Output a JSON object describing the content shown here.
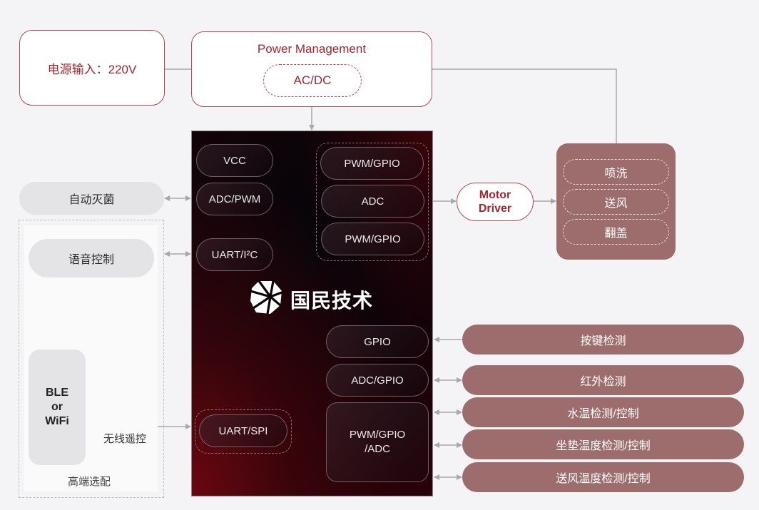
{
  "power_input": {
    "label": "电源输入：220V"
  },
  "power_management": {
    "title": "Power Management",
    "converter": "AC/DC"
  },
  "mcu": {
    "brand": "国民技术",
    "left_pins": [
      "VCC",
      "ADC/PWM",
      "UART/I²C",
      "UART/SPI"
    ],
    "motor_pins": [
      "PWM/GPIO",
      "ADC",
      "PWM/GPIO"
    ],
    "right_pins": [
      "GPIO",
      "ADC/GPIO",
      "PWM/GPIO\n/ADC"
    ]
  },
  "left_modules": {
    "sterilize": "自动灭菌",
    "voice": "语音控制",
    "wireless_module": "BLE\nor\nWiFi",
    "wireless_link_label": "无线遥控",
    "optional_group_label": "高端选配"
  },
  "motor_driver": {
    "label": "Motor\nDriver"
  },
  "actuators": {
    "items": [
      "喷洗",
      "送风",
      "翻盖"
    ]
  },
  "sensors": {
    "items": [
      "按键检测",
      "红外检测",
      "水温检测/控制",
      "坐垫温度检测/控制",
      "送风温度检测/控制"
    ]
  },
  "colors": {
    "accent_red": "#a3262f",
    "rose": "#9d6c6c",
    "connector": "#a8a8a8",
    "background": "#f4f4f6"
  }
}
